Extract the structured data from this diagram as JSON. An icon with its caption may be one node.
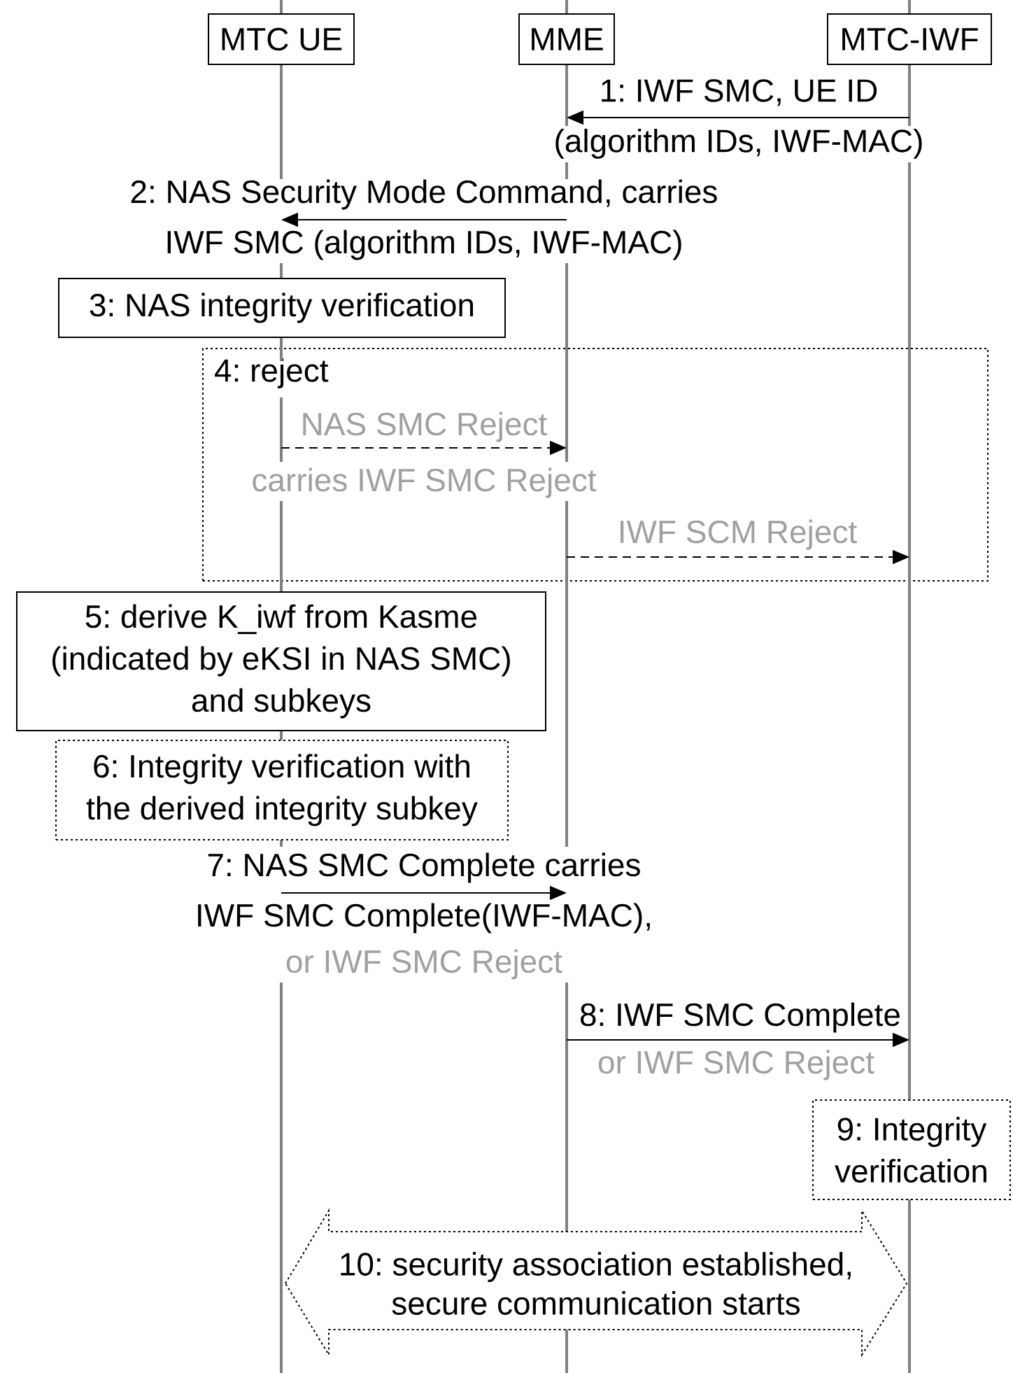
{
  "diagram": {
    "nodes": [
      {
        "text": [
          "MTC UE"
        ]
      },
      {
        "text": [
          "MME"
        ]
      },
      {
        "text": [
          "MTC-IWF"
        ]
      },
      {
        "text": [
          "3: NAS integrity verification"
        ]
      },
      {
        "text": [
          "5: derive K_iwf from Kasme (indicated by eKSI in NAS SMC) and subkeys"
        ]
      },
      {
        "text": [
          "6: Integrity verification with the derived integrity subkey"
        ]
      },
      {
        "text": [
          "9: Integrity verification"
        ]
      },
      {
        "text": [
          "10: security association established, secure communication starts"
        ]
      }
    ],
    "edges": [
      {
        "from": 2,
        "to": 1,
        "arrow": "to",
        "label": "1: IWF SMC, UE ID (algorithm IDs, IWF-MAC)"
      },
      {
        "from": 1,
        "to": 0,
        "arrow": "to",
        "label": "2: NAS Security Mode Command, carries IWF SMC (algorithm IDs, IWF-MAC)"
      },
      {
        "from": 0,
        "to": 1,
        "arrow": "to",
        "style": "dashed",
        "label": "NAS SMC Reject carries IWF SMC Reject"
      },
      {
        "from": 1,
        "to": 2,
        "arrow": "to",
        "style": "dashed",
        "label": "IWF SCM Reject"
      },
      {
        "from": 0,
        "to": 1,
        "arrow": "to",
        "label": "7: NAS SMC Complete carries IWF SMC Complete(IWF-MAC),"
      },
      {
        "from": 1,
        "to": 2,
        "arrow": "to",
        "label": "8: IWF SMC Complete"
      }
    ],
    "labels": [
      "4: reject",
      "or IWF SMC Reject",
      "or IWF SMC Reject"
    ]
  }
}
